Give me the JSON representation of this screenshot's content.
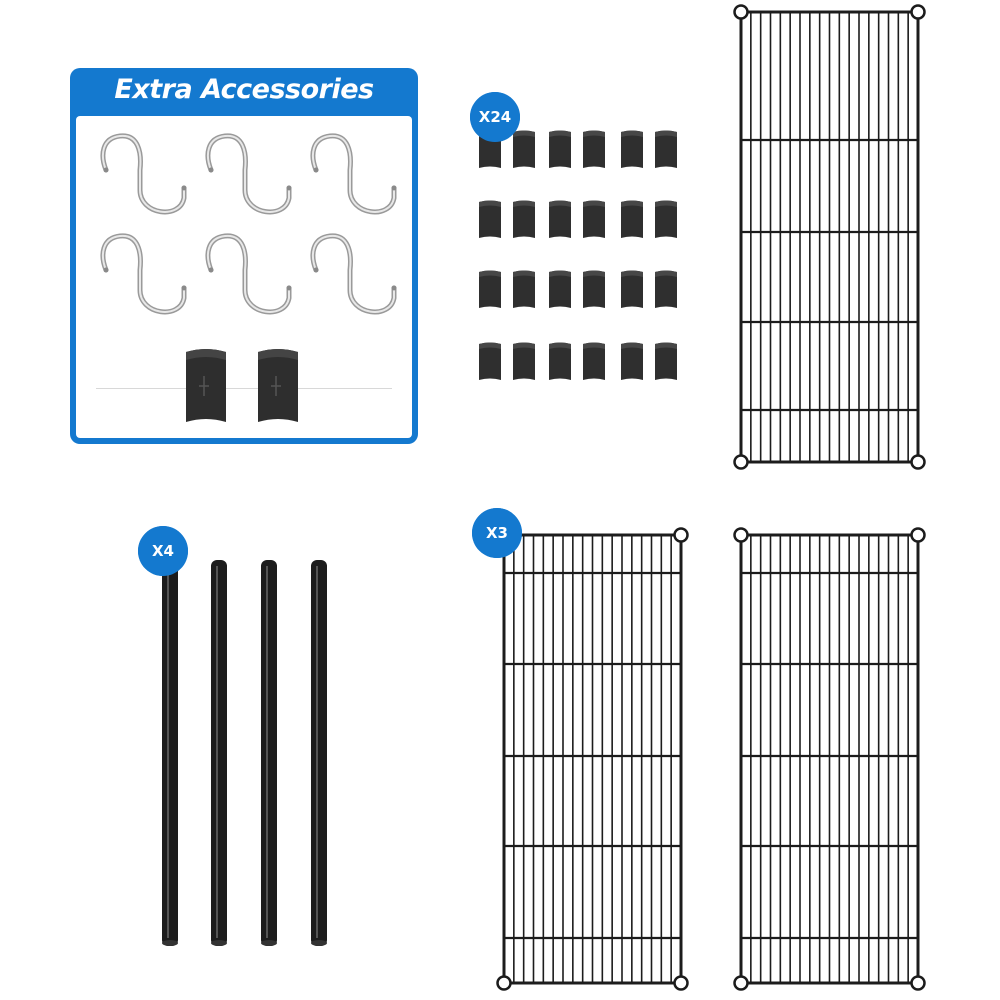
{
  "accessories": {
    "title": "Extra Accessories",
    "hooks": 6,
    "clips_shown": 2
  },
  "clips": {
    "quantity_label": "X24",
    "count": 24
  },
  "poles": {
    "quantity_label": "X4",
    "count": 4
  },
  "shelves": {
    "quantity_label": "X3",
    "count": 3
  },
  "colors": {
    "accent": "#1479cf",
    "metal": "#1c1c1c"
  }
}
